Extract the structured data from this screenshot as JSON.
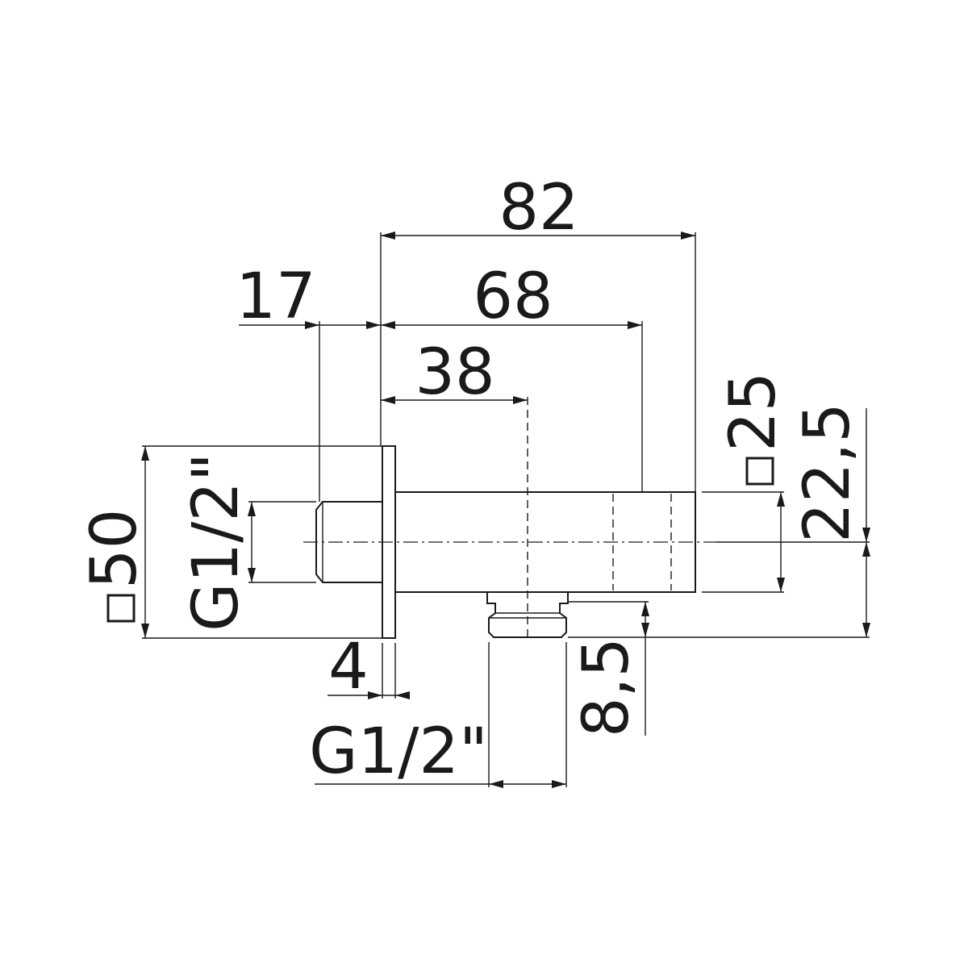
{
  "dimensions": {
    "overall_length": "82",
    "body_length": "68",
    "outlet_position": "38",
    "thread_length": "17",
    "flange_thickness": "4",
    "flange_square": "50",
    "body_square": "25",
    "axis_height": "22,5",
    "outlet_height": "8,5",
    "inlet_thread": "G1/2\"",
    "outlet_thread": "G1/2\""
  },
  "symbols": {
    "square_symbol_name": "square-section-icon"
  },
  "colors": {
    "line": "#1a1a1a",
    "background": "#ffffff"
  }
}
